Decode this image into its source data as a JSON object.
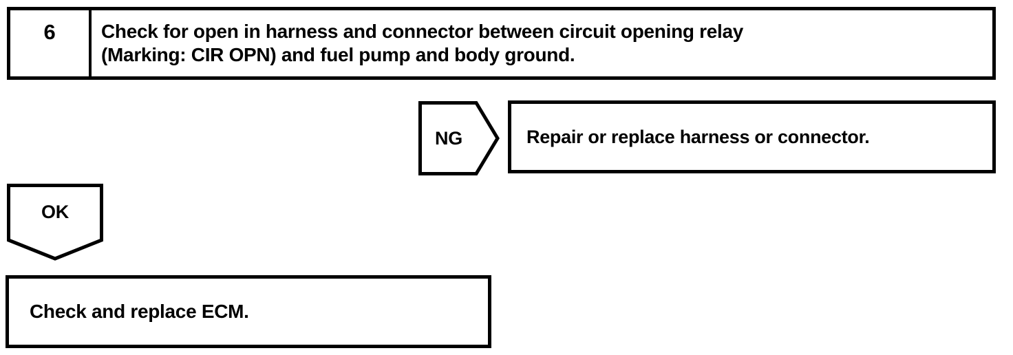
{
  "colors": {
    "ink": "#000000",
    "paper": "#ffffff"
  },
  "step": {
    "number": "6",
    "instruction_line1": "Check for open in harness and connector between circuit opening relay",
    "instruction_line2": "(Marking: CIR OPN) and fuel pump and body ground."
  },
  "ng_branch": {
    "label": "NG",
    "action": "Repair or replace harness or connector."
  },
  "ok_branch": {
    "label": "OK",
    "action": "Check and replace ECM."
  }
}
